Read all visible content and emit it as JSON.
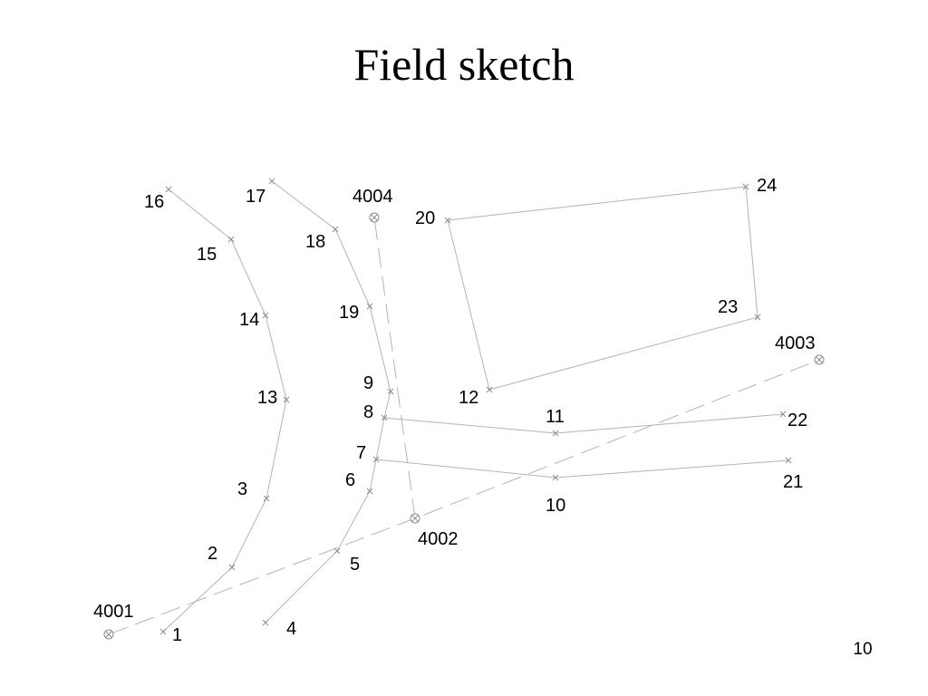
{
  "title": "Field sketch",
  "page_number": "10",
  "colors": {
    "line": "#b4b4b4",
    "text": "#000000",
    "background": "#ffffff"
  },
  "points": [
    {
      "id": "4001",
      "label": "4001",
      "type": "control"
    },
    {
      "id": "4002",
      "label": "4002",
      "type": "control"
    },
    {
      "id": "4003",
      "label": "4003",
      "type": "control"
    },
    {
      "id": "4004",
      "label": "4004",
      "type": "control"
    },
    {
      "id": "1",
      "label": "1",
      "type": "detail"
    },
    {
      "id": "2",
      "label": "2",
      "type": "detail"
    },
    {
      "id": "3",
      "label": "3",
      "type": "detail"
    },
    {
      "id": "4",
      "label": "4",
      "type": "detail"
    },
    {
      "id": "5",
      "label": "5",
      "type": "detail"
    },
    {
      "id": "6",
      "label": "6",
      "type": "detail"
    },
    {
      "id": "7",
      "label": "7",
      "type": "detail"
    },
    {
      "id": "8",
      "label": "8",
      "type": "detail"
    },
    {
      "id": "9",
      "label": "9",
      "type": "detail"
    },
    {
      "id": "10",
      "label": "10",
      "type": "detail"
    },
    {
      "id": "11",
      "label": "11",
      "type": "detail"
    },
    {
      "id": "12",
      "label": "12",
      "type": "detail"
    },
    {
      "id": "13",
      "label": "13",
      "type": "detail"
    },
    {
      "id": "14",
      "label": "14",
      "type": "detail"
    },
    {
      "id": "15",
      "label": "15",
      "type": "detail"
    },
    {
      "id": "16",
      "label": "16",
      "type": "detail"
    },
    {
      "id": "17",
      "label": "17",
      "type": "detail"
    },
    {
      "id": "18",
      "label": "18",
      "type": "detail"
    },
    {
      "id": "19",
      "label": "19",
      "type": "detail"
    },
    {
      "id": "20",
      "label": "20",
      "type": "detail"
    },
    {
      "id": "21",
      "label": "21",
      "type": "detail"
    },
    {
      "id": "22",
      "label": "22",
      "type": "detail"
    },
    {
      "id": "23",
      "label": "23",
      "type": "detail"
    },
    {
      "id": "24",
      "label": "24",
      "type": "detail"
    }
  ],
  "lines": [
    {
      "style": "solid",
      "points": [
        "1",
        "2",
        "3",
        "13",
        "14",
        "15",
        "16"
      ]
    },
    {
      "style": "solid",
      "points": [
        "4",
        "5",
        "6",
        "7",
        "8",
        "9",
        "19",
        "18",
        "17"
      ]
    },
    {
      "style": "solid",
      "points": [
        "20",
        "24",
        "23",
        "12",
        "20"
      ]
    },
    {
      "style": "solid",
      "points": [
        "8",
        "11",
        "22"
      ]
    },
    {
      "style": "solid",
      "points": [
        "7",
        "10",
        "21"
      ]
    },
    {
      "style": "dashed",
      "points": [
        "4001",
        "4002",
        "4003"
      ]
    },
    {
      "style": "dashed",
      "points": [
        "4002",
        "4004"
      ]
    }
  ]
}
